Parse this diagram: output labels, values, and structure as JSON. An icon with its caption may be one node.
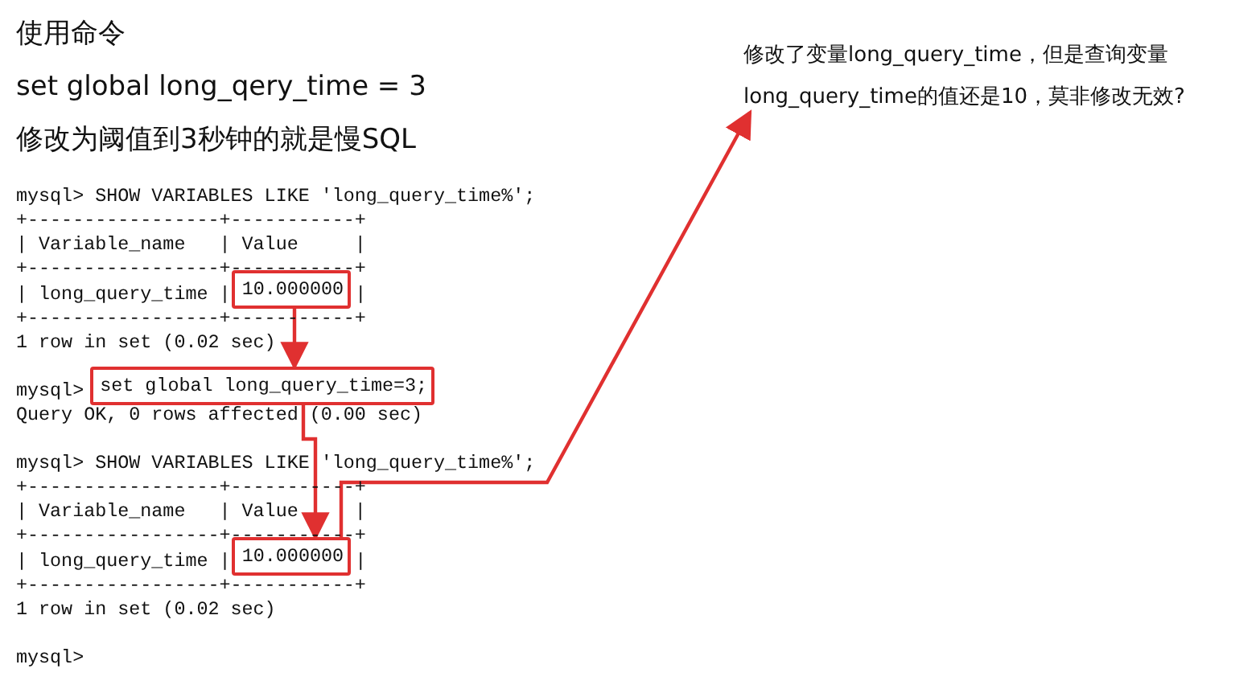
{
  "diagram": {
    "nodes": [
      {
        "text": [
          "修改了变量long_query_time，但是查询变量 long_query_time的值还是10，莫非修改无效?"
        ]
      },
      {
        "text": [
          "10.000000"
        ]
      },
      {
        "text": [
          "set global long_query_time=3;"
        ]
      },
      {
        "text": [
          "10.000000"
        ]
      }
    ],
    "edges": [
      {
        "from": 1,
        "to": 2,
        "arrow": "to"
      },
      {
        "from": 2,
        "to": 3,
        "arrow": "to"
      },
      {
        "from": 3,
        "to": 0,
        "arrow": "to"
      }
    ],
    "labels": [
      "使用命令",
      "set global long_qery_time = 3",
      "修改为阈值到3秒钟的就是慢SQL",
      "mysql> SHOW VARIABLES LIKE 'long_query_time%';",
      "+-----------------+-----------+",
      "| Variable_name   | Value     |",
      "+-----------------+-----------+",
      "| long_query_time |",
      "|",
      "+-----------------+-----------+",
      "1 row in set (0.02 sec)",
      "mysql>",
      "Query OK, 0 rows affected (0.00 sec)",
      "mysql> SHOW VARIABLES LIKE 'long_query_time%';",
      "+-----------------+-----------+",
      "| Variable_name   | Value     |",
      "+-----------------+-----------+",
      "| long_query_time |",
      "|",
      "+-----------------+-----------+",
      "1 row in set (0.02 sec)",
      "mysql>"
    ]
  }
}
